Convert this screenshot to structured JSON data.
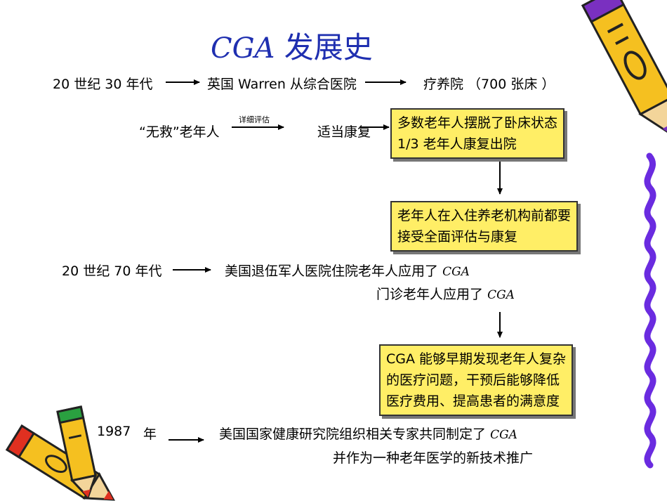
{
  "title": {
    "prefix": "CGA",
    "suffix": " 发展史"
  },
  "row1": {
    "period": "20 世纪 30 年代",
    "source": "英国 Warren 从综合医院",
    "target": "疗养院 （700 张床 ）"
  },
  "row2": {
    "from": "“无救”老年人",
    "arrow_label": "详细评估",
    "to": "适当康复"
  },
  "box1": {
    "line1": "多数老年人摆脱了卧床状态",
    "line2": "1/3 老年人康复出院"
  },
  "box2": {
    "line1": "老年人在入住养老机构前都要",
    "line2": "接受全面评估与康复"
  },
  "row3": {
    "period": "20 世纪 70 年代",
    "line1_text": "美国退伍军人医院住院老年人应用了",
    "line1_cga": "CGA",
    "line2_text": "门诊老年人应用了",
    "line2_cga": "CGA"
  },
  "box3": {
    "line1": "CGA 能够早期发现老年人复杂",
    "line2": "的医疗问题，干预后能够降低",
    "line3": "医疗费用、提高患者的满意度"
  },
  "row4": {
    "year": "1987",
    "year_suffix": "年",
    "line1_text": "美国国家健康研究院组织相关专家共同制定了",
    "line1_cga": "CGA",
    "line2_text": "并作为一种老年医学的新技术推广"
  },
  "colors": {
    "title": "#1f2fb0",
    "box_fill": "#ffee66",
    "ribbon": "#6a2be0",
    "pencil_body": "#f5c020",
    "pencil_red": "#e03020"
  },
  "icons": [
    "pencil-icon",
    "pencil-icon",
    "pencil-icon",
    "ribbon-decoration"
  ]
}
